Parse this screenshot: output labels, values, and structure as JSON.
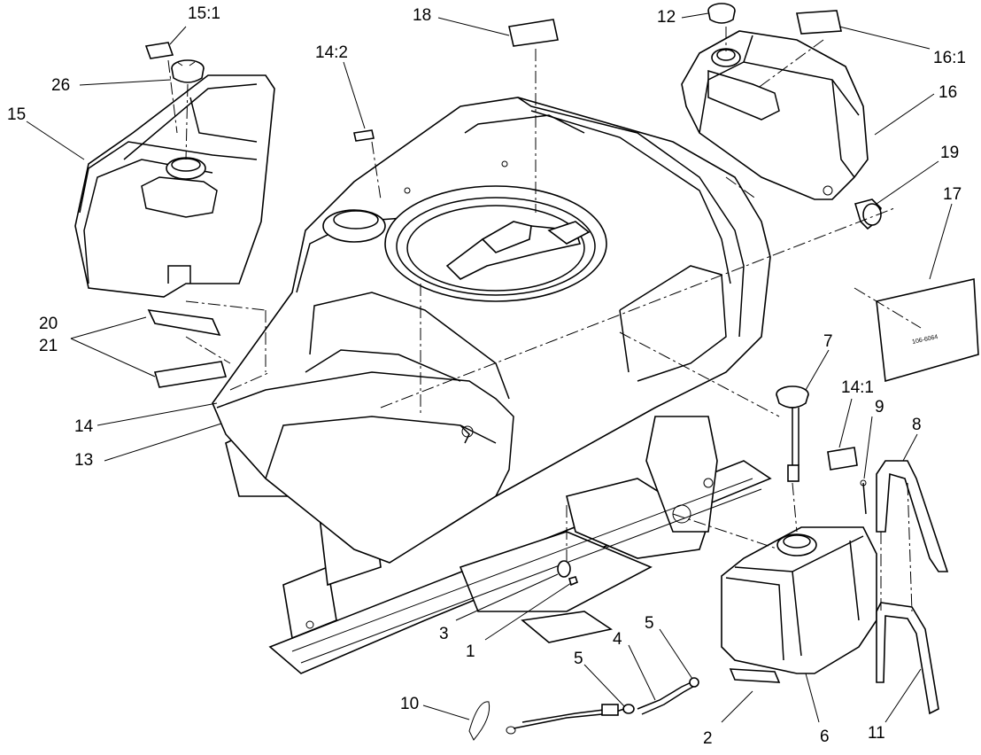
{
  "callouts": {
    "c15_1": "15:1",
    "c18": "18",
    "c12": "12",
    "c16_1": "16:1",
    "c26": "26",
    "c14_2": "14:2",
    "c16": "16",
    "c15": "15",
    "c19": "19",
    "c17": "17",
    "c20": "20",
    "c21": "21",
    "c7": "7",
    "c14_1": "14:1",
    "c9": "9",
    "c8": "8",
    "c14": "14",
    "c13": "13",
    "c3": "3",
    "c1": "1",
    "c5a": "5",
    "c4": "4",
    "c5b": "5",
    "c10": "10",
    "c2": "2",
    "c6": "6",
    "c11": "11"
  },
  "decal_text": "106-6064"
}
